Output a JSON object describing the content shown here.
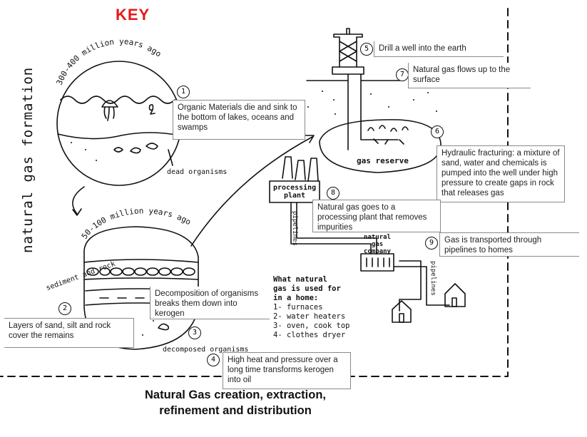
{
  "key_label": "KEY",
  "vertical_title": "natural gas formation",
  "era_top": "300-400 million years ago",
  "era_bottom": "50-100 million years ago",
  "labels": {
    "dead_organisms": "dead organisms",
    "sediment_rock": "sediment and rock",
    "decomposed_organisms": "decomposed organisms",
    "gas_reserve": "gas reserve",
    "processing_plant": "processing plant",
    "natural_gas_company": "natural gas company",
    "pipelines_left": "pipelines",
    "pipelines_right": "pipelines"
  },
  "steps": [
    {
      "n": "1",
      "text": "Organic Materials die and sink to the bottom of lakes, oceans and swamps"
    },
    {
      "n": "2",
      "text": "Layers of sand, silt and rock cover the remains"
    },
    {
      "n": "3",
      "text": "Decomposition of organisms breaks them down into kerogen"
    },
    {
      "n": "4",
      "text": "High heat and pressure over a long time transforms kerogen into oil"
    },
    {
      "n": "5",
      "text": "Drill a well into the earth"
    },
    {
      "n": "6",
      "text": "Hydraulic fracturing: a mixture of sand, water and chemicals is pumped into the well under high pressure to create gaps in rock that releases gas"
    },
    {
      "n": "7",
      "text": "Natural gas flows up to the surface"
    },
    {
      "n": "8",
      "text": "Natural gas goes to a processing plant that removes impurities"
    },
    {
      "n": "9",
      "text": "Gas is transported through pipelines to homes"
    }
  ],
  "uses": {
    "heading_1": "What natural",
    "heading_2": "gas is used for",
    "heading_3": "in a home:",
    "items": [
      "1- furnaces",
      "2- water heaters",
      "3- oven, cook top",
      "4- clothes dryer"
    ]
  },
  "caption_line1": "Natural Gas creation, extraction,",
  "caption_line2": "refinement and distribution",
  "colors": {
    "key": "#e31b1b",
    "ink": "#111111",
    "box_border": "#8a8a8a"
  }
}
